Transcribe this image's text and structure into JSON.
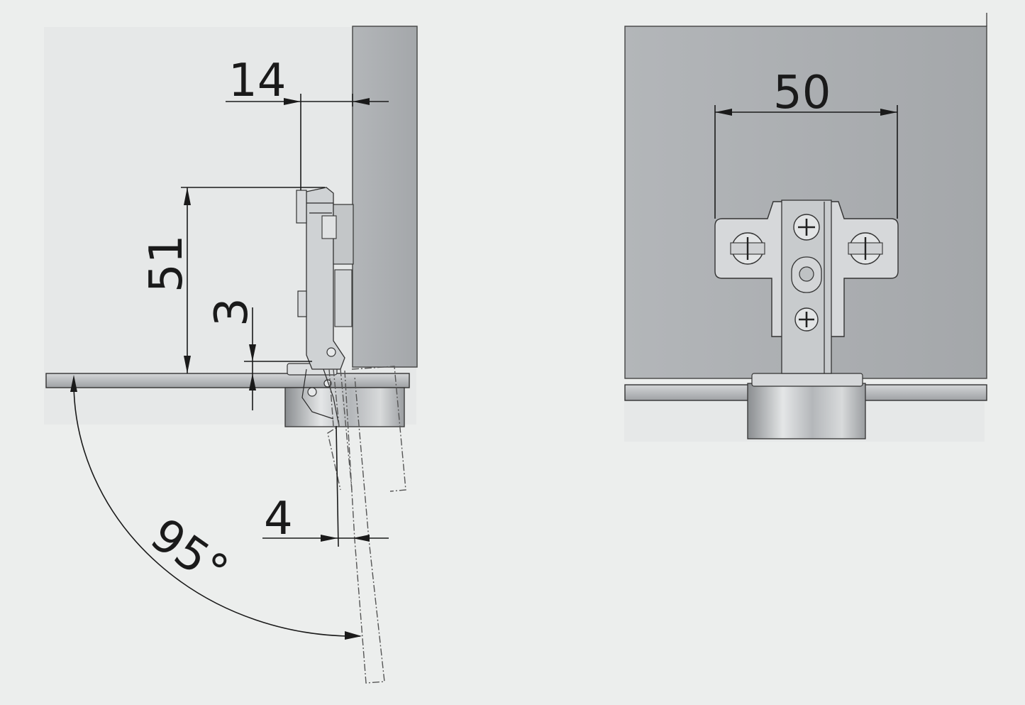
{
  "side_view": {
    "dim_overlay": "14",
    "dim_height": "51",
    "dim_gap": "3",
    "dim_offset": "4",
    "opening_angle": "95°"
  },
  "front_view": {
    "dim_hole_spacing": "50"
  },
  "colors": {
    "background": "#eceeed",
    "door_panel": "#a9acaf",
    "metal": "#c9ccce",
    "line": "#1a1a1a"
  }
}
